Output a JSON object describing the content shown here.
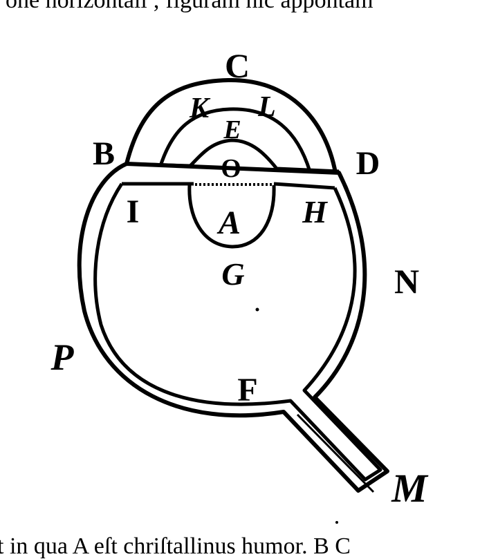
{
  "page": {
    "top_text": "one horizontali ; figuram hic appontam",
    "bottom_text": "t in qua A eſt chriſtallinus humor. B C"
  },
  "diagram": {
    "labels": {
      "C": "C",
      "K": "K",
      "L": "L",
      "E": "E",
      "B": "B",
      "D": "D",
      "O": "O",
      "I": "I",
      "H": "H",
      "A": "A",
      "G": "G",
      "N": "N",
      "P": "P",
      "F": "F",
      "M": "M"
    }
  }
}
